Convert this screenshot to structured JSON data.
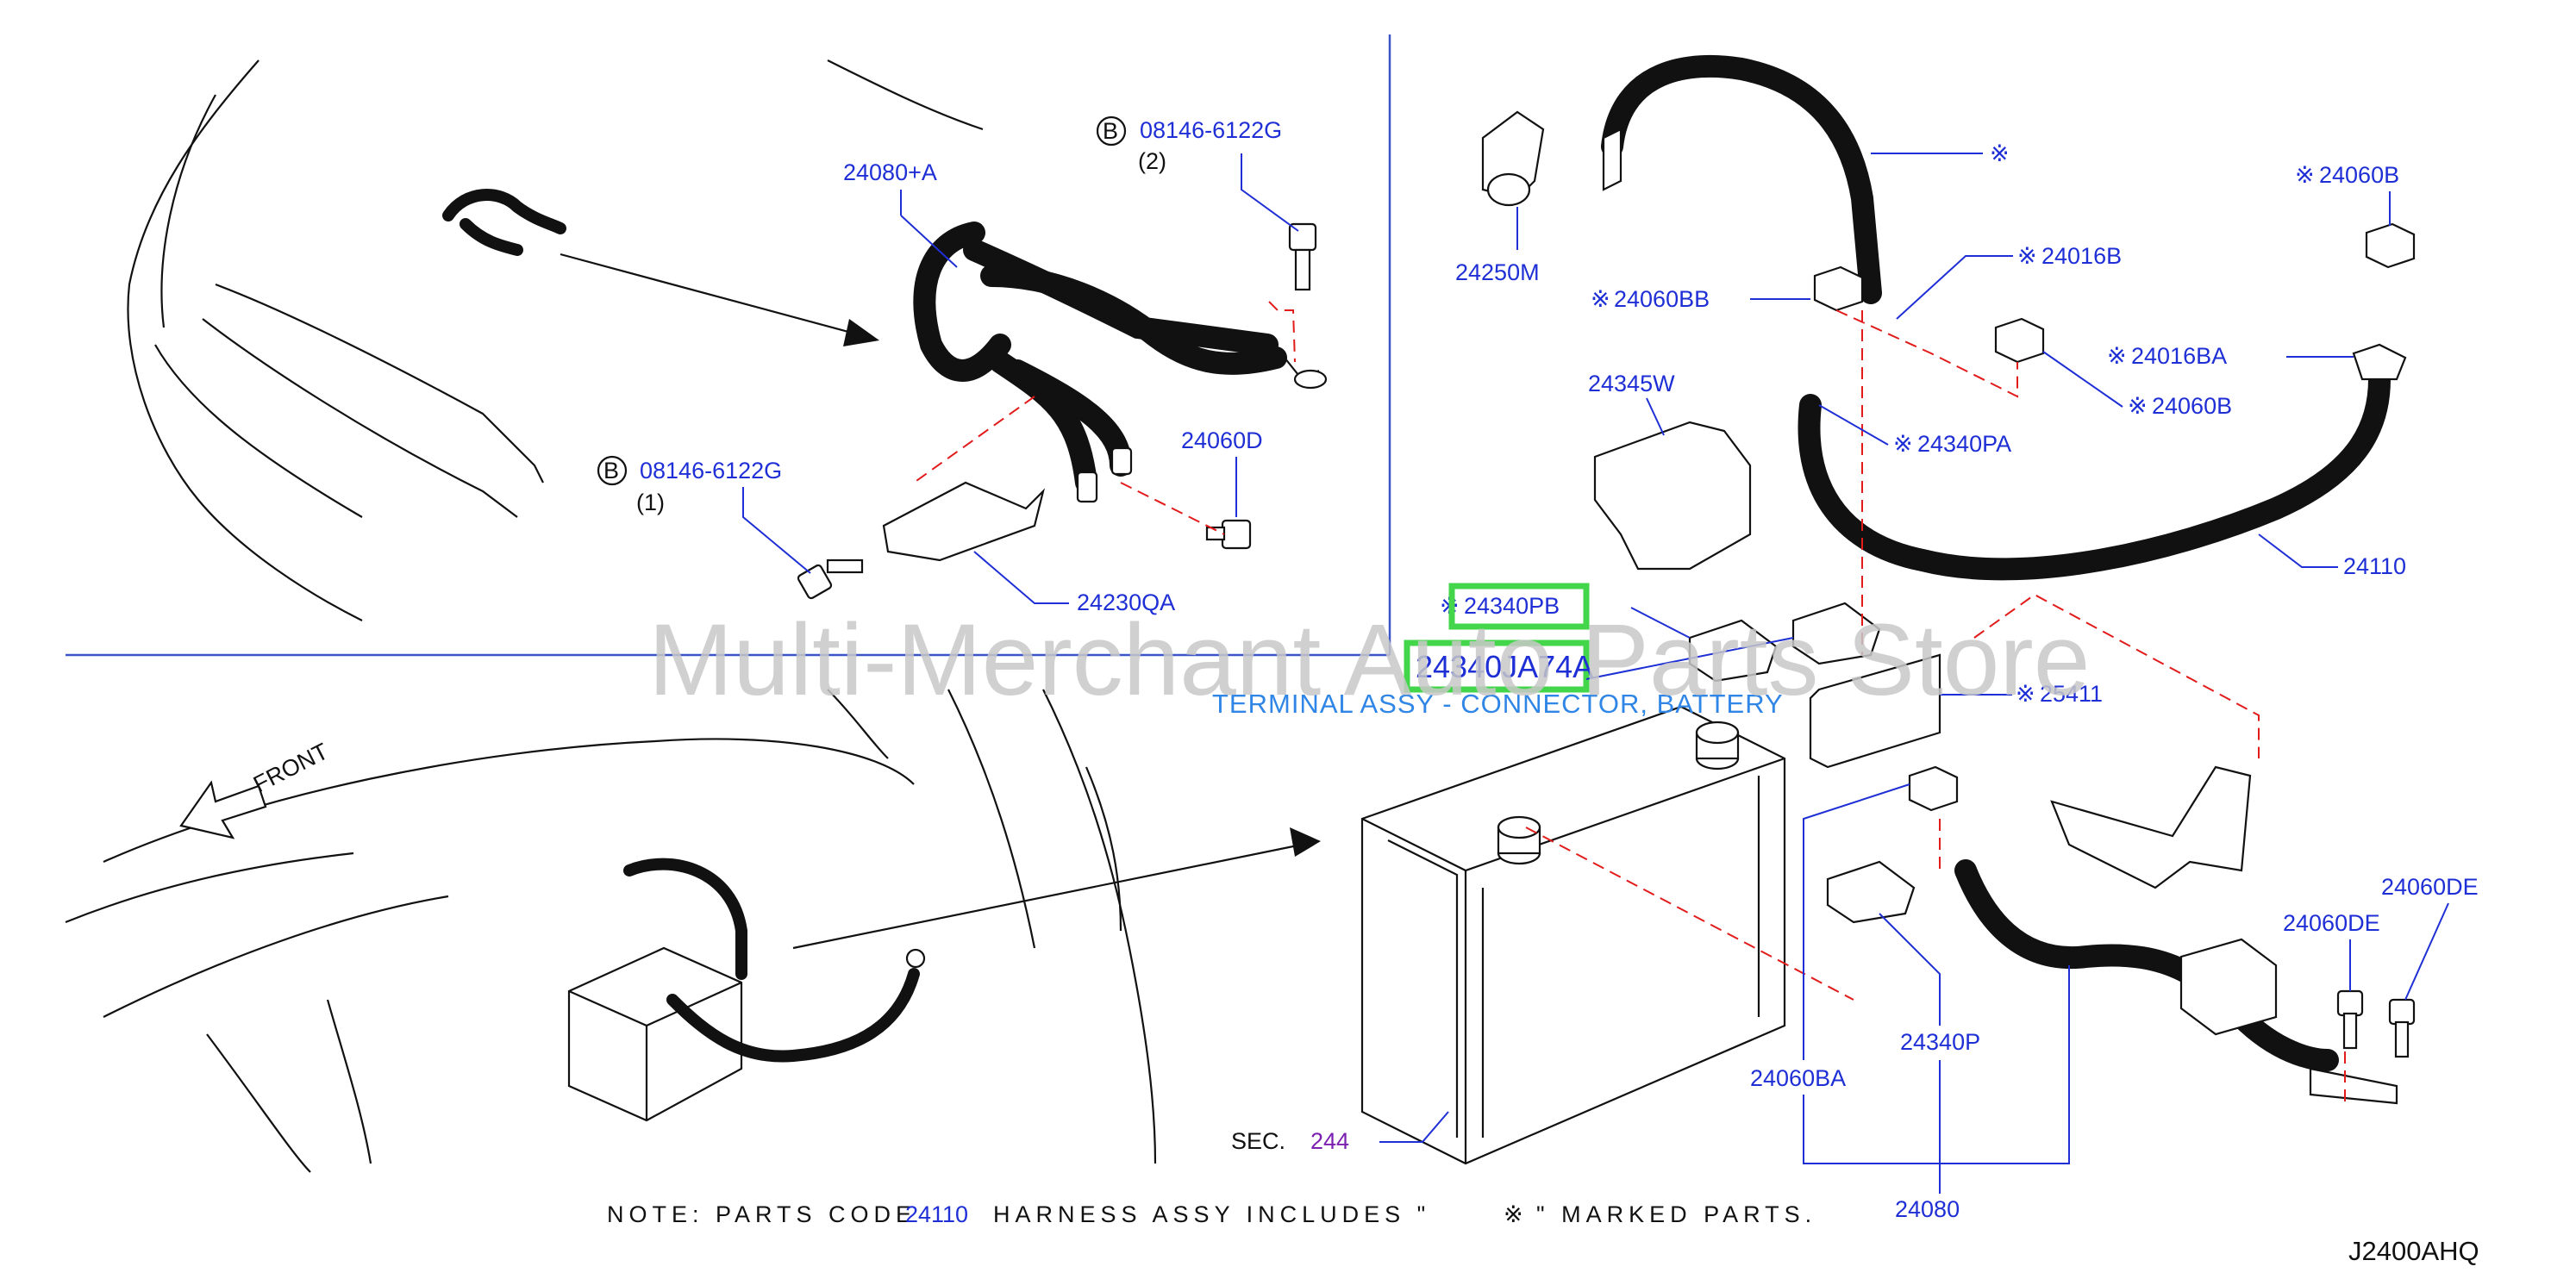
{
  "labels": {
    "p24080A": "24080+A",
    "p08146_top": "08146-6122G",
    "p08146_top_qty": "(2)",
    "p08146_left": "08146-6122G",
    "p08146_left_qty": "(1)",
    "b_mark": "B",
    "p24060D": "24060D",
    "p24230QA": "24230QA",
    "p24250M": "24250M",
    "p24060BB": "24060BB",
    "p24016B": "24016B",
    "p24060B_top": "24060B",
    "p24016BA": "24016BA",
    "p24060B_mid": "24060B",
    "p24345W": "24345W",
    "p24340PA": "24340PA",
    "p24110": "24110",
    "p24340PB": "24340PB",
    "p24340JA74A": "24340JA74A",
    "terminal_desc": "TERMINAL ASSY - CONNECTOR, BATTERY",
    "p25411": "25411",
    "p24060DE_a": "24060DE",
    "p24060DE_b": "24060DE",
    "p24340P": "24340P",
    "p24060BA": "24060BA",
    "p24080": "24080",
    "sec_label": "SEC.",
    "sec_num": "244",
    "front": "FRONT",
    "asterisk": "※",
    "note_pre": "NOTE:  PARTS  CODE",
    "note_code": "24110",
    "note_post": "HARNESS  ASSY  INCLUDES  \"",
    "note_end": "\"  MARKED  PARTS.",
    "figure_id": "J2400AHQ",
    "watermark": "Multi-Merchant Auto Parts Store"
  },
  "colors": {
    "part_number": "#1f2fd6",
    "highlight": "#43d64a",
    "dashed_lines": "#e21b1b",
    "description": "#2f86e6",
    "section_ref": "#7a1fb0"
  }
}
